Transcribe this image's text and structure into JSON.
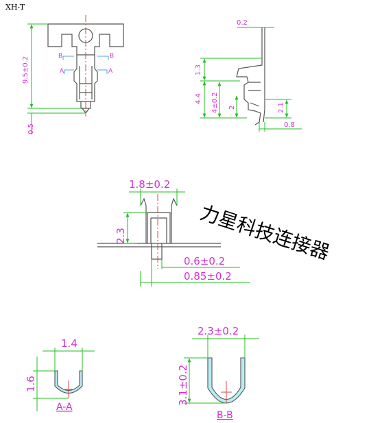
{
  "title": "XH-T",
  "brand": "力星科技连接器",
  "colors": {
    "dimension": "#d42fd4",
    "dimension_line": "#1fbf1f",
    "centerline": "#e03030",
    "section_marker": "#3aa0e0",
    "section_fill": "#b9ecf3",
    "outline": "#555555"
  },
  "front_view": {
    "dim_overall": "9.5±0.2",
    "dim_tip": "0.5",
    "section_b_left": "B",
    "section_b_right": "B",
    "section_a_left": "A",
    "section_a_right": "A"
  },
  "side_view": {
    "dim_thickness": "0.2",
    "dim_upper": "1.3",
    "dim_body_outer": "4.4",
    "dim_body": "4±0.2",
    "dim_lower": "2",
    "dim_tab": "2.1",
    "dim_foot": "0.8"
  },
  "bottom_view": {
    "dim_width": "1.8±0.2",
    "dim_height": "2.3",
    "dim_pin_a": "0.6±0.2",
    "dim_pin_b": "0.85±0.2"
  },
  "section_aa": {
    "dim_width": "1.4",
    "dim_height": "1.6",
    "label": "A-A"
  },
  "section_bb": {
    "dim_width": "2.3±0.2",
    "dim_height": "3.1±0.2",
    "label": "B-B"
  }
}
